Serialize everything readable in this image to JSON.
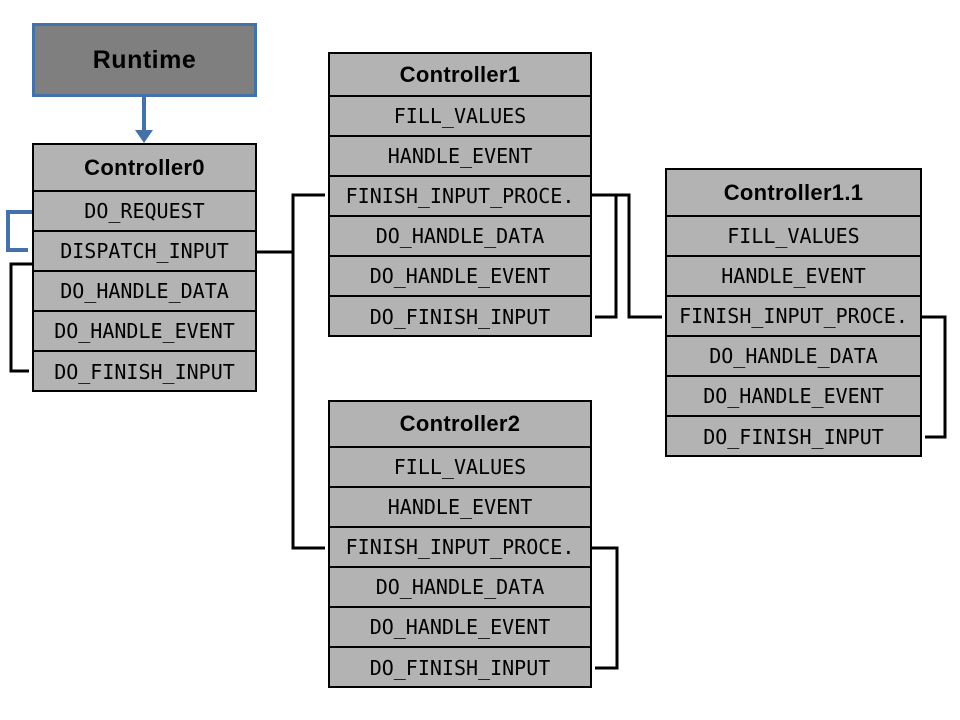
{
  "colors": {
    "background": "#ffffff",
    "box_fill": "#b3b3b3",
    "runtime_fill": "#7f7f7f",
    "accent_blue": "#4472a8",
    "line_black": "#000000"
  },
  "runtime": {
    "label": "Runtime"
  },
  "controllers": [
    {
      "title": "Controller0",
      "methods": [
        "DO_REQUEST",
        "DISPATCH_INPUT",
        "DO_HANDLE_DATA",
        "DO_HANDLE_EVENT",
        "DO_FINISH_INPUT"
      ]
    },
    {
      "title": "Controller1",
      "methods": [
        "FILL_VALUES",
        "HANDLE_EVENT",
        "FINISH_INPUT_PROCE.",
        "DO_HANDLE_DATA",
        "DO_HANDLE_EVENT",
        "DO_FINISH_INPUT"
      ]
    },
    {
      "title": "Controller1.1",
      "methods": [
        "FILL_VALUES",
        "HANDLE_EVENT",
        "FINISH_INPUT_PROCE.",
        "DO_HANDLE_DATA",
        "DO_HANDLE_EVENT",
        "DO_FINISH_INPUT"
      ]
    },
    {
      "title": "Controller2",
      "methods": [
        "FILL_VALUES",
        "HANDLE_EVENT",
        "FINISH_INPUT_PROCE.",
        "DO_HANDLE_DATA",
        "DO_HANDLE_EVENT",
        "DO_FINISH_INPUT"
      ]
    }
  ]
}
